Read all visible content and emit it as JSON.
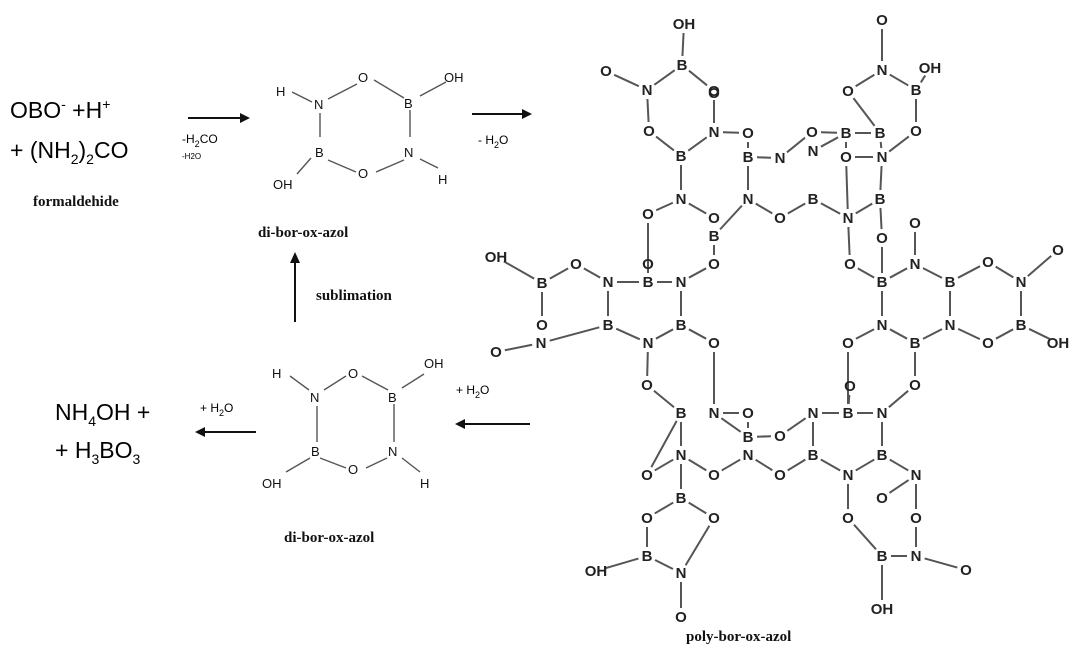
{
  "reactants": {
    "line1": [
      "OBO",
      "-",
      " +H",
      "+"
    ],
    "line2": [
      "+ (NH",
      "2",
      ")",
      "2",
      "CO"
    ]
  },
  "formaldehide_label": "formaldehide",
  "arrow1_conditions": {
    "a": "-H",
    "a_sub": "2",
    "a_tail": "CO",
    "b": "-H2O"
  },
  "arrow2_condition": {
    "text": "- H",
    "sub": "2",
    "tail": "O"
  },
  "sublimation_label": "sublimation",
  "arrow3_condition": {
    "text": "+ H",
    "sub": "2",
    "tail": "O"
  },
  "arrow4_condition": {
    "text": "+ H",
    "sub": "2",
    "tail": "O"
  },
  "products": {
    "line1": [
      "NH",
      "4",
      "OH +"
    ],
    "line2": [
      "+ H",
      "3",
      "BO",
      "3"
    ]
  },
  "molecule_top_label": "di-bor-ox-azol",
  "molecule_bottom_label": "di-bor-ox-azol",
  "poly_label": "poly-bor-ox-azol",
  "atoms": {
    "H": "H",
    "N": "N",
    "O": "O",
    "B": "B",
    "OH": "OH"
  },
  "colors": {
    "ink": "#111111",
    "bond": "#555555"
  }
}
